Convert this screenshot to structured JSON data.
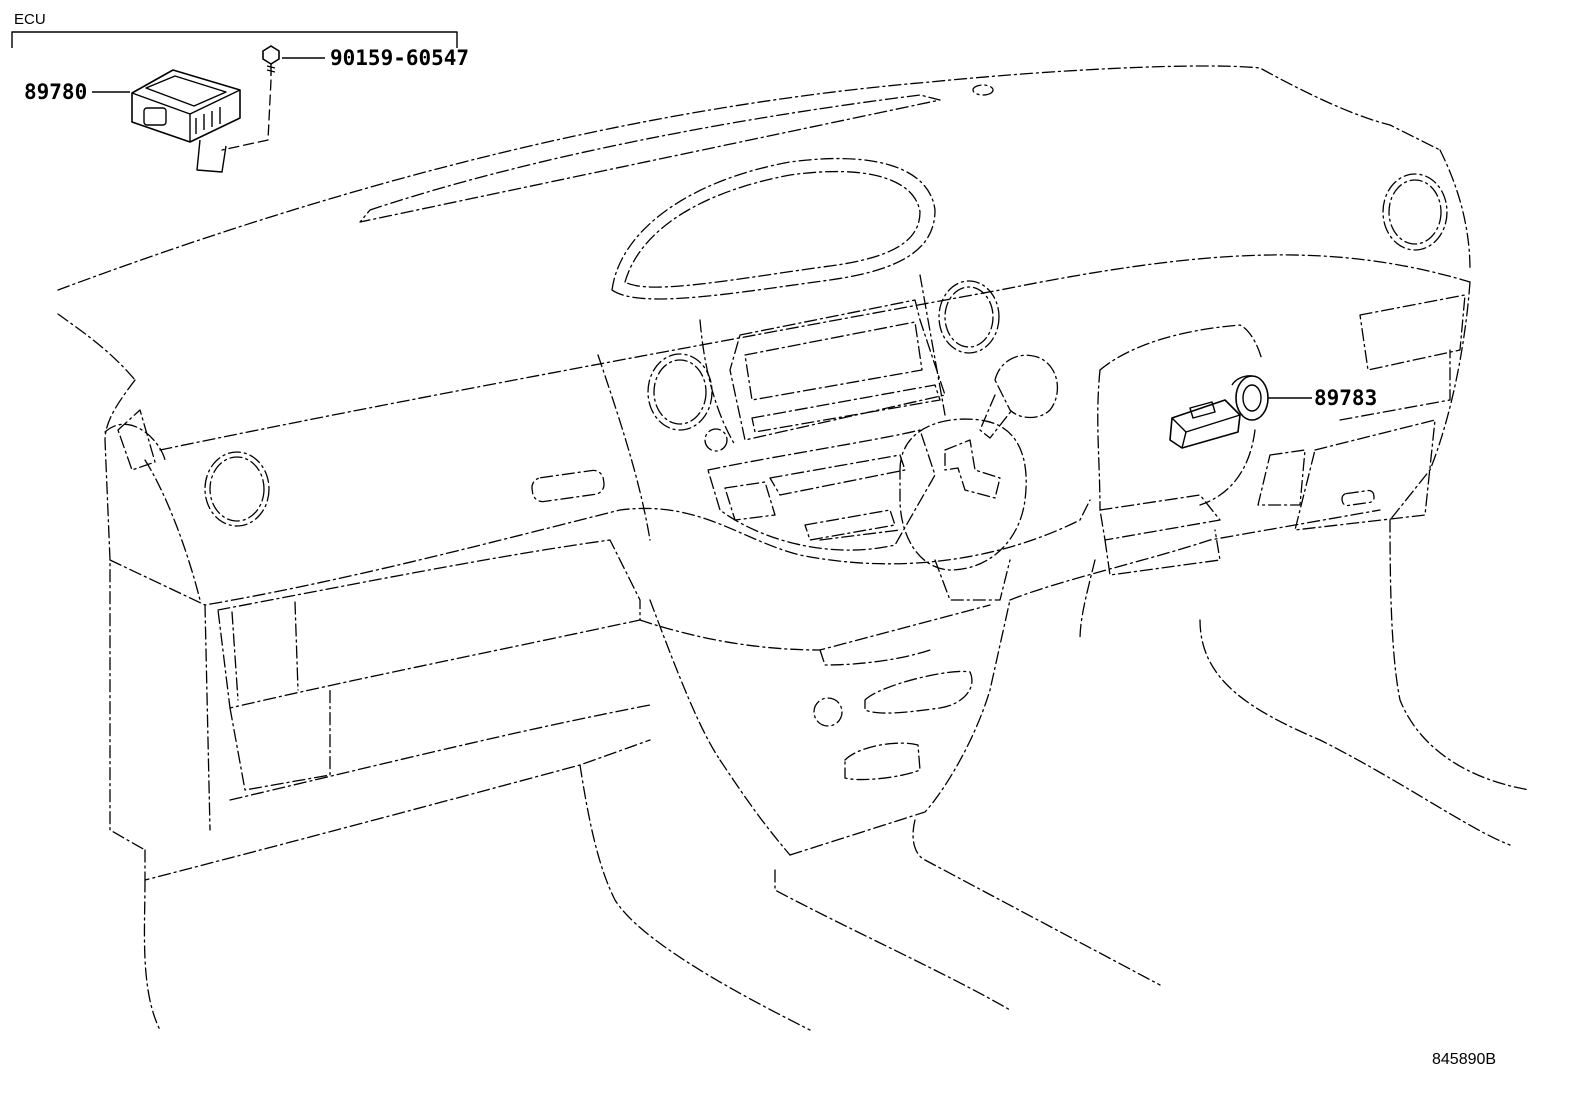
{
  "group": {
    "ecu_label": "ECU"
  },
  "callouts": {
    "part_89780": "89780",
    "part_90159": "90159-60547",
    "part_89783": "89783"
  },
  "footer": {
    "drawing_code": "845890B"
  },
  "icons": {
    "ecu_module": "ecu-module-icon",
    "bolt": "bolt-icon",
    "key_receiver": "key-cylinder-icon",
    "dashboard": "dashboard-outline-icon"
  },
  "colors": {
    "ink": "#000000",
    "paper": "#ffffff"
  }
}
